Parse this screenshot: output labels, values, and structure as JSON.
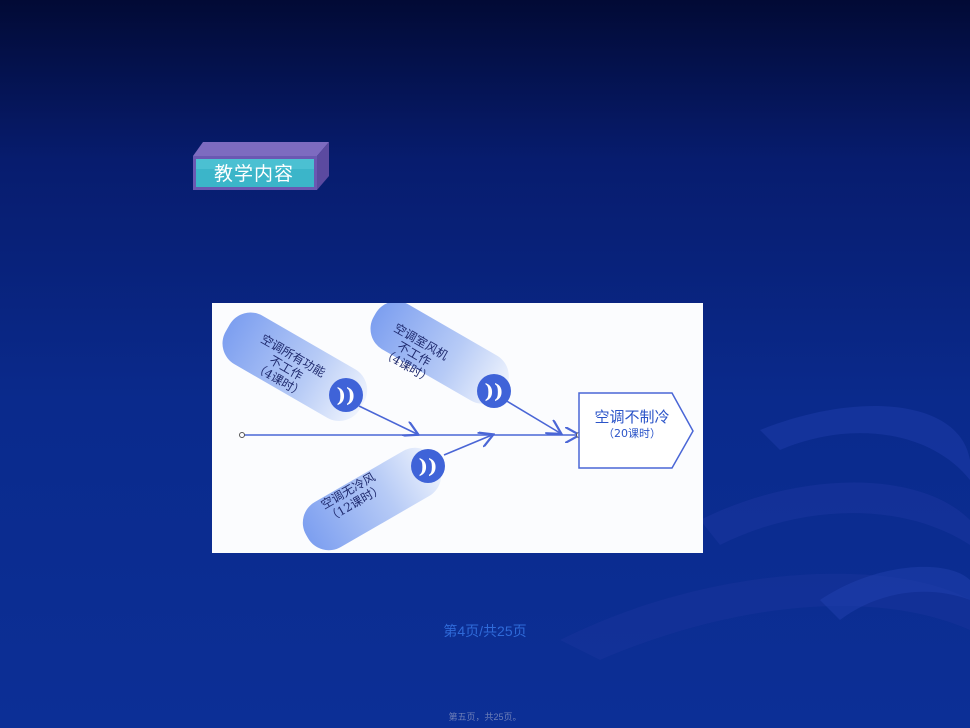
{
  "section": {
    "title": "教学内容"
  },
  "diagram": {
    "causes": [
      {
        "lines": [
          "空调所有功能",
          "不工作",
          "（4课时）"
        ]
      },
      {
        "lines": [
          "空调室风机",
          "不工作",
          "（4课时）"
        ]
      },
      {
        "lines": [
          "空调无冷风",
          "（12课时）"
        ]
      }
    ],
    "effect": {
      "title": "空调不制冷",
      "subtitle": "（20课时）"
    }
  },
  "footer": {
    "page_label": "第4页/共25页",
    "small_label": "第五页，共25页。"
  },
  "colors": {
    "background": "#0a2a8c",
    "accent": "#2b54c8",
    "header_face": "#37b3c8"
  }
}
